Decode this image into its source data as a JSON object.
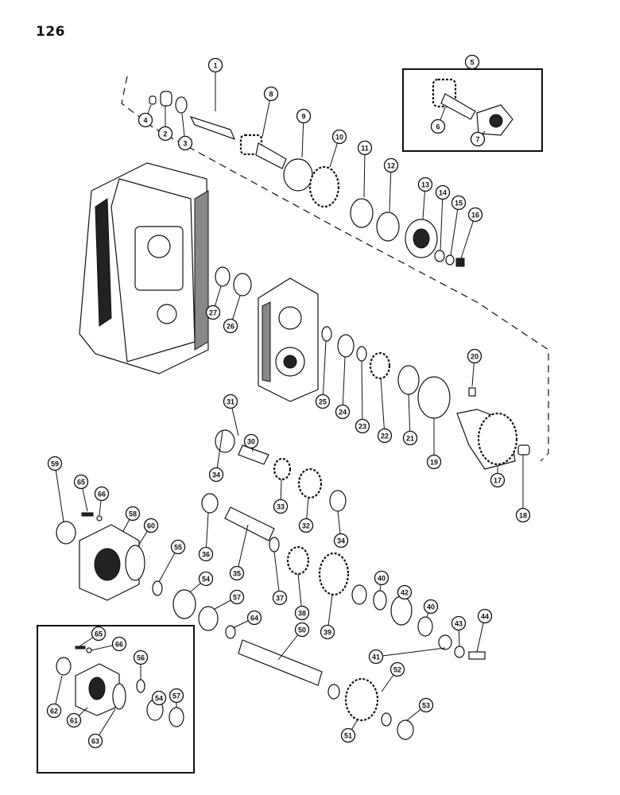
{
  "page": {
    "number": "126"
  },
  "callouts": [
    {
      "label": "1"
    },
    {
      "label": "2"
    },
    {
      "label": "3"
    },
    {
      "label": "4"
    },
    {
      "label": "5"
    },
    {
      "label": "6"
    },
    {
      "label": "7"
    },
    {
      "label": "8"
    },
    {
      "label": "9"
    },
    {
      "label": "10"
    },
    {
      "label": "11"
    },
    {
      "label": "12"
    },
    {
      "label": "13"
    },
    {
      "label": "14"
    },
    {
      "label": "15"
    },
    {
      "label": "16"
    },
    {
      "label": "17"
    },
    {
      "label": "18"
    },
    {
      "label": "19"
    },
    {
      "label": "20"
    },
    {
      "label": "21"
    },
    {
      "label": "22"
    },
    {
      "label": "23"
    },
    {
      "label": "24"
    },
    {
      "label": "25"
    },
    {
      "label": "26"
    },
    {
      "label": "27"
    },
    {
      "label": "30"
    },
    {
      "label": "31"
    },
    {
      "label": "32"
    },
    {
      "label": "33"
    },
    {
      "label": "34"
    },
    {
      "label": "34"
    },
    {
      "label": "35"
    },
    {
      "label": "36"
    },
    {
      "label": "37"
    },
    {
      "label": "38"
    },
    {
      "label": "39"
    },
    {
      "label": "40"
    },
    {
      "label": "40"
    },
    {
      "label": "41"
    },
    {
      "label": "42"
    },
    {
      "label": "43"
    },
    {
      "label": "44"
    },
    {
      "label": "50"
    },
    {
      "label": "51"
    },
    {
      "label": "52"
    },
    {
      "label": "53"
    },
    {
      "label": "54"
    },
    {
      "label": "54"
    },
    {
      "label": "55"
    },
    {
      "label": "56"
    },
    {
      "label": "57"
    },
    {
      "label": "57"
    },
    {
      "label": "58"
    },
    {
      "label": "59"
    },
    {
      "label": "60"
    },
    {
      "label": "61"
    },
    {
      "label": "62"
    },
    {
      "label": "63"
    },
    {
      "label": "64"
    },
    {
      "label": "65"
    },
    {
      "label": "65"
    },
    {
      "label": "66"
    },
    {
      "label": "66"
    }
  ]
}
